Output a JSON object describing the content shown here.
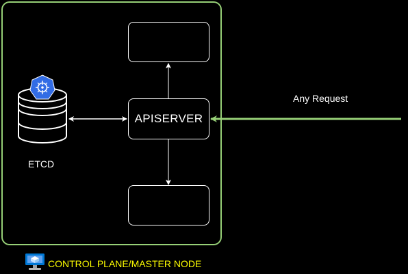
{
  "diagram": {
    "apiserver_label": "APISERVER",
    "etcd_label": "ETCD",
    "request_label": "Any Request",
    "control_plane_label": "CONTROL PLANE/MASTER NODE",
    "colors": {
      "background": "#000000",
      "border_green": "#97d077",
      "label_yellow": "#ffff00",
      "k8s_blue": "#326ce5",
      "azure_blue": "#0078d4"
    },
    "icons": [
      "database-icon",
      "kubernetes-icon",
      "azure-vm-icon"
    ]
  }
}
